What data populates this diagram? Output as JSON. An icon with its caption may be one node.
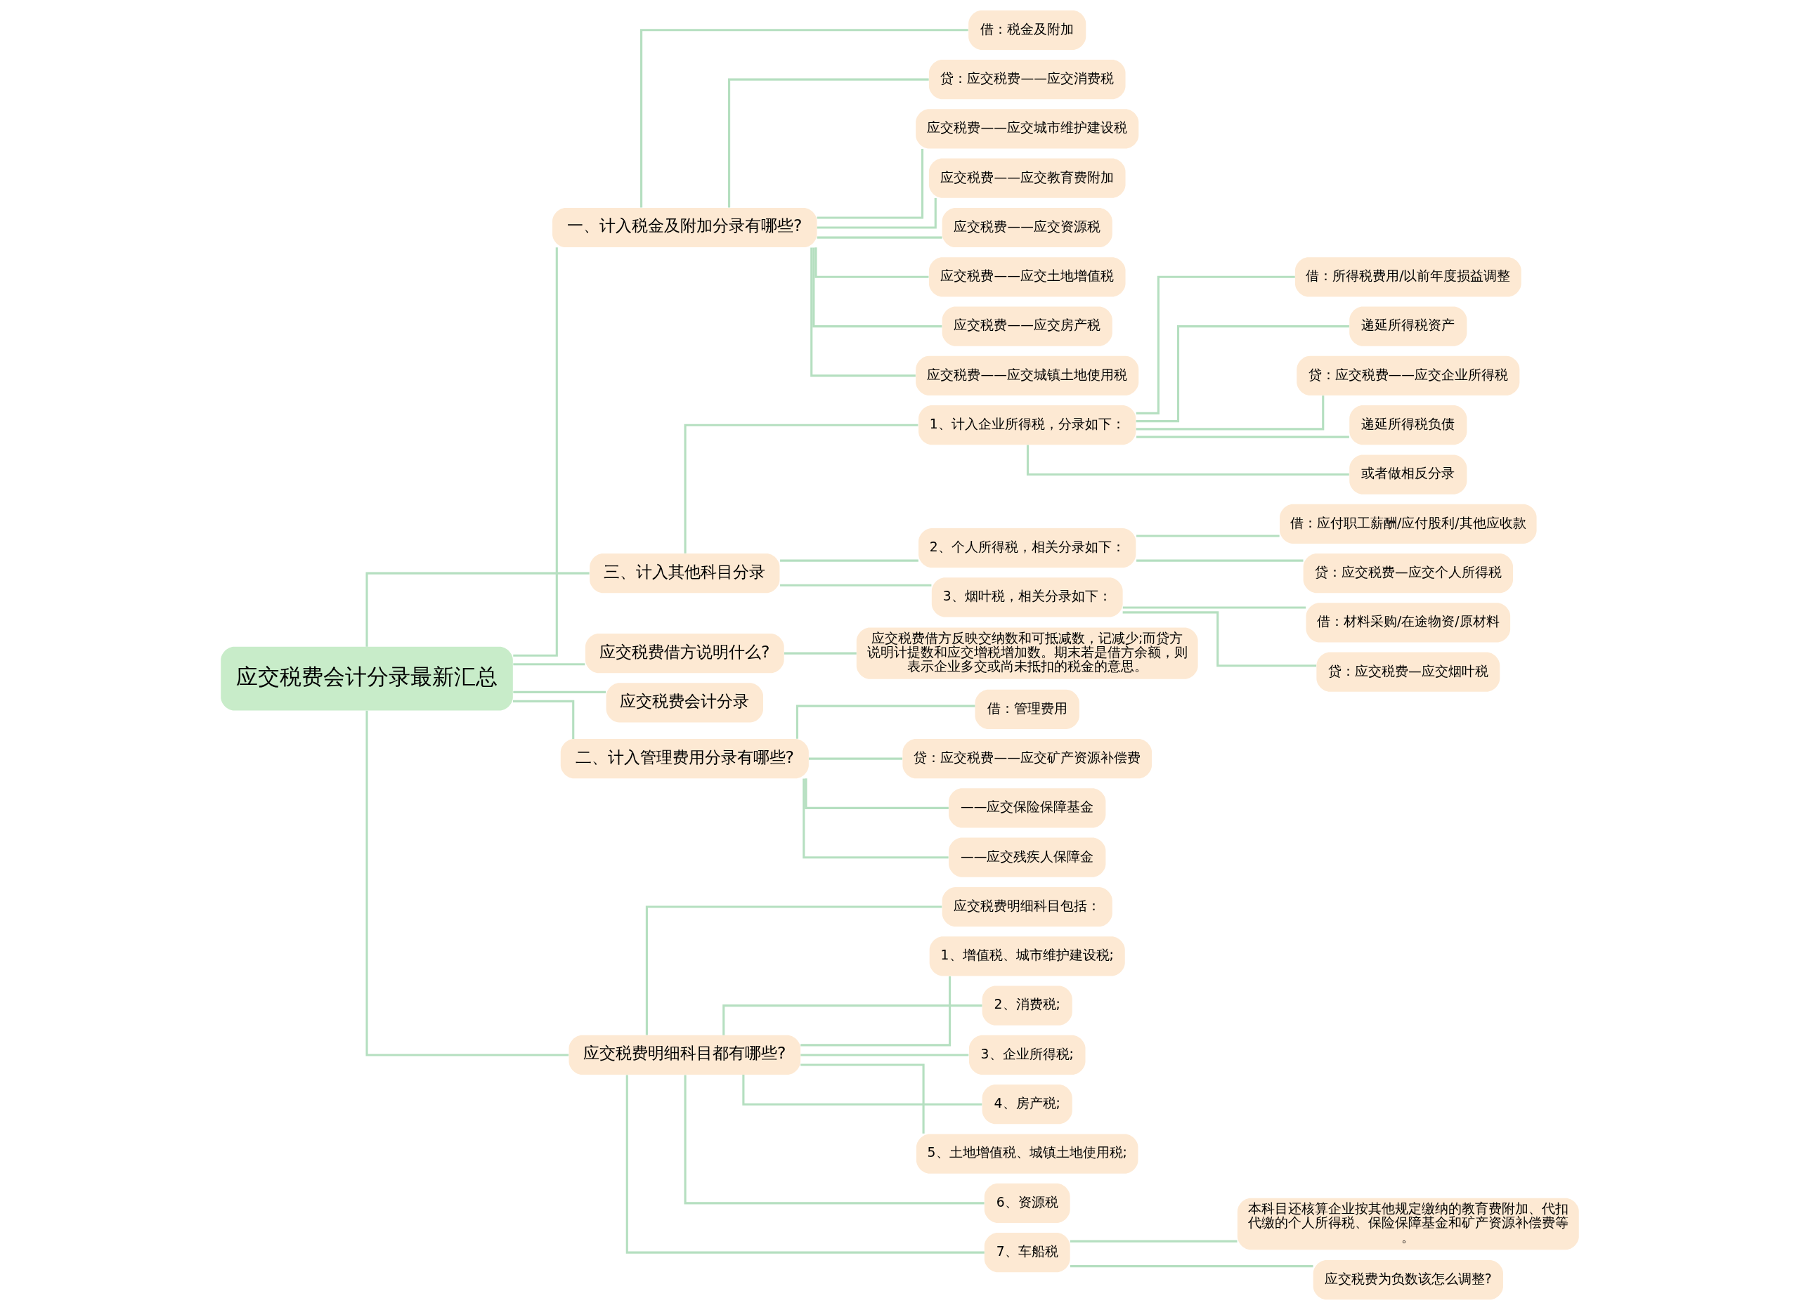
{
  "diagram": {
    "nodes": [
      {
        "text": [
          "应交税费会计分录最新汇总"
        ]
      },
      {
        "text": [
          "一、计入税金及附加分录有哪些?"
        ]
      },
      {
        "text": [
          "借：税金及附加"
        ]
      },
      {
        "text": [
          "贷：应交税费——应交消费税"
        ]
      },
      {
        "text": [
          "应交税费——应交城市维护建设税"
        ]
      },
      {
        "text": [
          "应交税费——应交教育费附加"
        ]
      },
      {
        "text": [
          "应交税费——应交资源税"
        ]
      },
      {
        "text": [
          "应交税费——应交土地增值税"
        ]
      },
      {
        "text": [
          "应交税费——应交房产税"
        ]
      },
      {
        "text": [
          "应交税费——应交城镇土地使用税"
        ]
      },
      {
        "text": [
          "三、计入其他科目分录"
        ]
      },
      {
        "text": [
          "1、计入企业所得税，分录如下："
        ]
      },
      {
        "text": [
          "借：所得税费用/以前年度损益调整"
        ]
      },
      {
        "text": [
          "递延所得税资产"
        ]
      },
      {
        "text": [
          "贷：应交税费——应交企业所得税"
        ]
      },
      {
        "text": [
          "递延所得税负债"
        ]
      },
      {
        "text": [
          "或者做相反分录"
        ]
      },
      {
        "text": [
          "2、个人所得税，相关分录如下："
        ]
      },
      {
        "text": [
          "借：应付职工薪酬/应付股利/其他应收款"
        ]
      },
      {
        "text": [
          "贷：应交税费—应交个人所得税"
        ]
      },
      {
        "text": [
          "3、烟叶税，相关分录如下："
        ]
      },
      {
        "text": [
          "借：材料采购/在途物资/原材料"
        ]
      },
      {
        "text": [
          "贷：应交税费—应交烟叶税"
        ]
      },
      {
        "text": [
          "应交税费借方说明什么?"
        ]
      },
      {
        "text": [
          "应交税费借方反映交纳数和可抵减数，记减少;而贷方说明计提数和应交增税增加数。期末若是借方余额，则表示企业多交或尚未抵扣的税金的意思。"
        ]
      },
      {
        "text": [
          "应交税费会计分录"
        ]
      },
      {
        "text": [
          "二、计入管理费用分录有哪些?"
        ]
      },
      {
        "text": [
          "借：管理费用"
        ]
      },
      {
        "text": [
          "贷：应交税费——应交矿产资源补偿费"
        ]
      },
      {
        "text": [
          "——应交保险保障基金"
        ]
      },
      {
        "text": [
          "——应交残疾人保障金"
        ]
      },
      {
        "text": [
          "应交税费明细科目都有哪些?"
        ]
      },
      {
        "text": [
          "应交税费明细科目包括："
        ]
      },
      {
        "text": [
          "1、增值税、城市维护建设税;"
        ]
      },
      {
        "text": [
          "2、消费税;"
        ]
      },
      {
        "text": [
          "3、企业所得税;"
        ]
      },
      {
        "text": [
          "4、房产税;"
        ]
      },
      {
        "text": [
          "5、土地增值税、城镇土地使用税;"
        ]
      },
      {
        "text": [
          "6、资源税"
        ]
      },
      {
        "text": [
          "7、车船税"
        ]
      },
      {
        "text": [
          "本科目还核算企业按其他规定缴纳的教育费附加、代扣代缴的个人所得税、保险保障基金和矿产资源补偿费等。"
        ]
      },
      {
        "text": [
          "应交税费为负数该怎么调整?"
        ]
      }
    ],
    "edges": [
      {
        "from": 0,
        "to": 1,
        "arrow": "none"
      },
      {
        "from": 1,
        "to": 2,
        "arrow": "none"
      },
      {
        "from": 1,
        "to": 3,
        "arrow": "none"
      },
      {
        "from": 1,
        "to": 4,
        "arrow": "none"
      },
      {
        "from": 1,
        "to": 5,
        "arrow": "none"
      },
      {
        "from": 1,
        "to": 6,
        "arrow": "none"
      },
      {
        "from": 1,
        "to": 7,
        "arrow": "none"
      },
      {
        "from": 1,
        "to": 8,
        "arrow": "none"
      },
      {
        "from": 1,
        "to": 9,
        "arrow": "none"
      },
      {
        "from": 0,
        "to": 10,
        "arrow": "none"
      },
      {
        "from": 10,
        "to": 11,
        "arrow": "none"
      },
      {
        "from": 11,
        "to": 12,
        "arrow": "none"
      },
      {
        "from": 11,
        "to": 13,
        "arrow": "none"
      },
      {
        "from": 11,
        "to": 14,
        "arrow": "none"
      },
      {
        "from": 11,
        "to": 15,
        "arrow": "none"
      },
      {
        "from": 11,
        "to": 16,
        "arrow": "none"
      },
      {
        "from": 10,
        "to": 17,
        "arrow": "none"
      },
      {
        "from": 17,
        "to": 18,
        "arrow": "none"
      },
      {
        "from": 17,
        "to": 19,
        "arrow": "none"
      },
      {
        "from": 10,
        "to": 20,
        "arrow": "none"
      },
      {
        "from": 20,
        "to": 21,
        "arrow": "none"
      },
      {
        "from": 20,
        "to": 22,
        "arrow": "none"
      },
      {
        "from": 0,
        "to": 23,
        "arrow": "none"
      },
      {
        "from": 23,
        "to": 24,
        "arrow": "none"
      },
      {
        "from": 0,
        "to": 25,
        "arrow": "none"
      },
      {
        "from": 0,
        "to": 26,
        "arrow": "none"
      },
      {
        "from": 26,
        "to": 27,
        "arrow": "none"
      },
      {
        "from": 26,
        "to": 28,
        "arrow": "none"
      },
      {
        "from": 26,
        "to": 29,
        "arrow": "none"
      },
      {
        "from": 26,
        "to": 30,
        "arrow": "none"
      },
      {
        "from": 0,
        "to": 31,
        "arrow": "none"
      },
      {
        "from": 31,
        "to": 32,
        "arrow": "none"
      },
      {
        "from": 31,
        "to": 33,
        "arrow": "none"
      },
      {
        "from": 31,
        "to": 34,
        "arrow": "none"
      },
      {
        "from": 31,
        "to": 35,
        "arrow": "none"
      },
      {
        "from": 31,
        "to": 36,
        "arrow": "none"
      },
      {
        "from": 31,
        "to": 37,
        "arrow": "none"
      },
      {
        "from": 31,
        "to": 38,
        "arrow": "none"
      },
      {
        "from": 31,
        "to": 39,
        "arrow": "none"
      },
      {
        "from": 39,
        "to": 40,
        "arrow": "none"
      },
      {
        "from": 39,
        "to": 41,
        "arrow": "none"
      }
    ]
  }
}
